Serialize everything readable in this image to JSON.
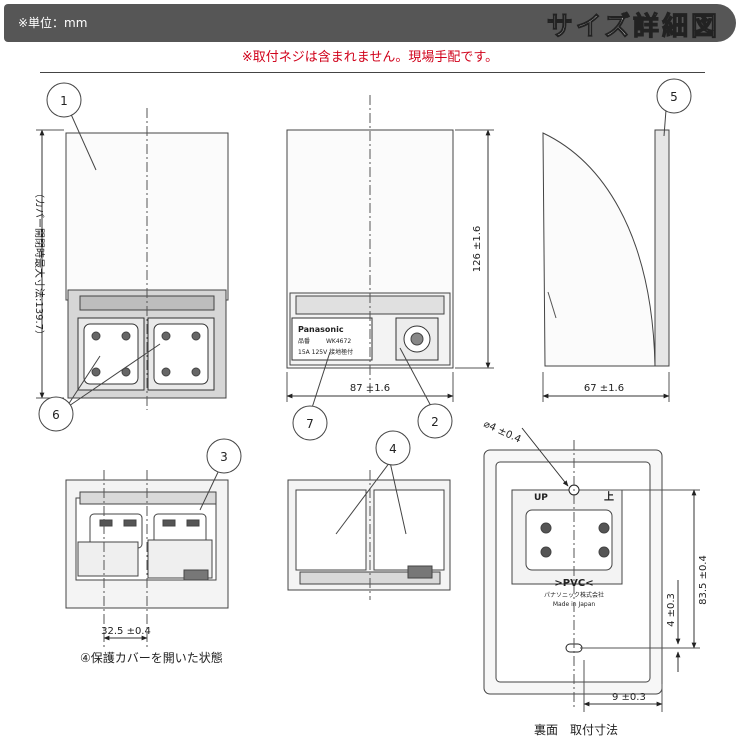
{
  "header": {
    "unit": "※単位：mm",
    "title": "サイズ詳細図"
  },
  "note": "※取付ネジは含まれません。現場手配です。",
  "callouts": [
    "1",
    "2",
    "3",
    "4",
    "5",
    "6",
    "7"
  ],
  "dimensions": {
    "max_open_height": "（カバー開閉時最大寸法:139.7）",
    "height_front": "126 ±1.6",
    "width_front": "87 ±1.6",
    "depth_side": "67 ±1.6",
    "hole_dia": "⌀4 ±0.4",
    "mount_pitch": "83.5 ±0.4",
    "slot_len": "4 ±0.3",
    "slot_offset": "9 ±0.3",
    "outlet_pitch": "32.5 ±0.4"
  },
  "front_panel": {
    "brand": "Panasonic",
    "model_label": "品番",
    "model": "WK4672",
    "rating": "15A 125V 接地極付"
  },
  "rear_panel": {
    "up_left": "UP",
    "up_right": "上",
    "pvc": ">PVC<",
    "maker": "パナソニック株式会社",
    "made_in": "Made in Japan"
  },
  "captions": {
    "open_state": "④保護カバーを開いた状態",
    "rear_mounting": "裏面　取付寸法"
  }
}
